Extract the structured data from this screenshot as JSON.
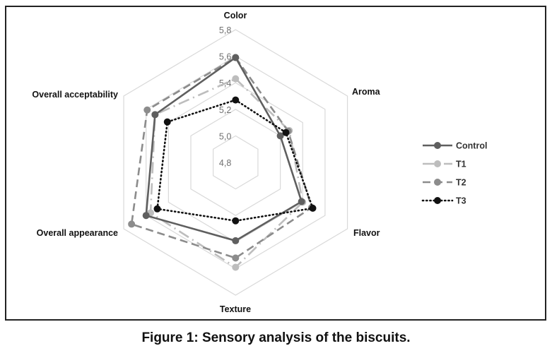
{
  "caption": "Figure 1: Sensory analysis of the biscuits.",
  "chart_data": {
    "type": "radar",
    "title": "",
    "categories": [
      "Color",
      "Aroma",
      "Flavor",
      "Texture",
      "Overall appearance",
      "Overall acceptability"
    ],
    "axis_range": [
      4.8,
      5.8
    ],
    "ticks": [
      "4,8",
      "5,0",
      "5,2",
      "5,4",
      "5,6",
      "5,8"
    ],
    "tick_values": [
      4.8,
      5.0,
      5.2,
      5.4,
      5.6,
      5.8
    ],
    "grid": true,
    "legend_position": "right",
    "series": [
      {
        "name": "Control",
        "color": "#5f5f5f",
        "style": "solid",
        "values": [
          5.59,
          5.2,
          5.39,
          5.39,
          5.6,
          5.52
        ]
      },
      {
        "name": "T1",
        "color": "#bdbdbd",
        "style": "dash-dot",
        "values": [
          5.43,
          5.28,
          5.4,
          5.59,
          5.56,
          5.52
        ]
      },
      {
        "name": "T2",
        "color": "#8c8c8c",
        "style": "dashed",
        "values": [
          5.59,
          5.27,
          5.48,
          5.52,
          5.73,
          5.59
        ]
      },
      {
        "name": "T3",
        "color": "#111111",
        "style": "dotted",
        "values": [
          5.27,
          5.25,
          5.49,
          5.24,
          5.5,
          5.41
        ]
      }
    ]
  }
}
